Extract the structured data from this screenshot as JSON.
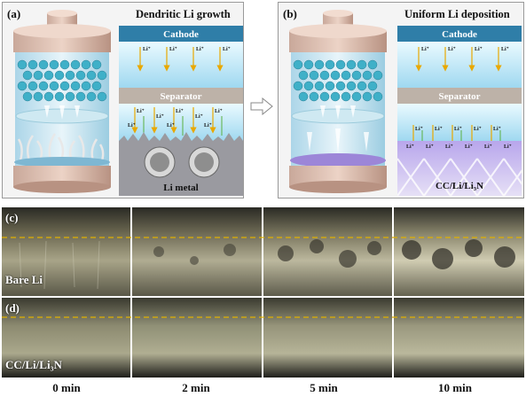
{
  "panels": {
    "a": {
      "label": "(a)",
      "title": "Dendritic Li growth",
      "cathode": "Cathode",
      "separator": "Separator",
      "bottom": "Li metal"
    },
    "b": {
      "label": "(b)",
      "title": "Uniform Li deposition",
      "cathode": "Cathode",
      "separator": "Separator",
      "bottom": "CC/Li/Li₃N"
    },
    "c": {
      "label": "(c)",
      "row_label": "Bare Li"
    },
    "d": {
      "label": "(d)",
      "row_label": "CC/Li/Li₃N"
    }
  },
  "ion_label": "Li⁺",
  "times": [
    "0 min",
    "2 min",
    "5 min",
    "10 min"
  ],
  "colors": {
    "dashed_line": "#e0b000",
    "arrow": "#e8a800",
    "cathode_top": "#3f8fb5",
    "separator": "#bdb2a8",
    "lattice": "#3fb0c8"
  }
}
